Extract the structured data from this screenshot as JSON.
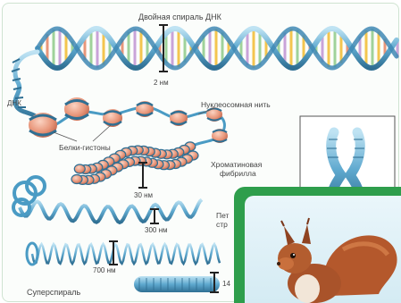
{
  "diagram": {
    "labels": {
      "double_helix": "Двойная спираль ДНК",
      "width_2nm": "2 нм",
      "dna": "ДНК",
      "nucleosome_thread": "Нуклеосомная нить",
      "histones": "Белки-гистоны",
      "chromatin_fibril_line1": "Хроматиновая",
      "chromatin_fibril_line2": "фибрилла",
      "width_30nm": "30 нм",
      "loop_partial_line1": "Пет",
      "loop_partial_line2": "стр",
      "width_300nm": "300 нм",
      "width_700nm": "700 нм",
      "width_1400_partial": "14",
      "supercoil": "Суперспираль"
    },
    "colors": {
      "strand": "#4a9bc4",
      "strand_dark": "#2f6f93",
      "nucleosome": "#e8967a",
      "frame": "#cfe3d1",
      "card_border": "#2e9e4c"
    }
  },
  "card": {
    "subject_icon": "squirrel-icon"
  }
}
